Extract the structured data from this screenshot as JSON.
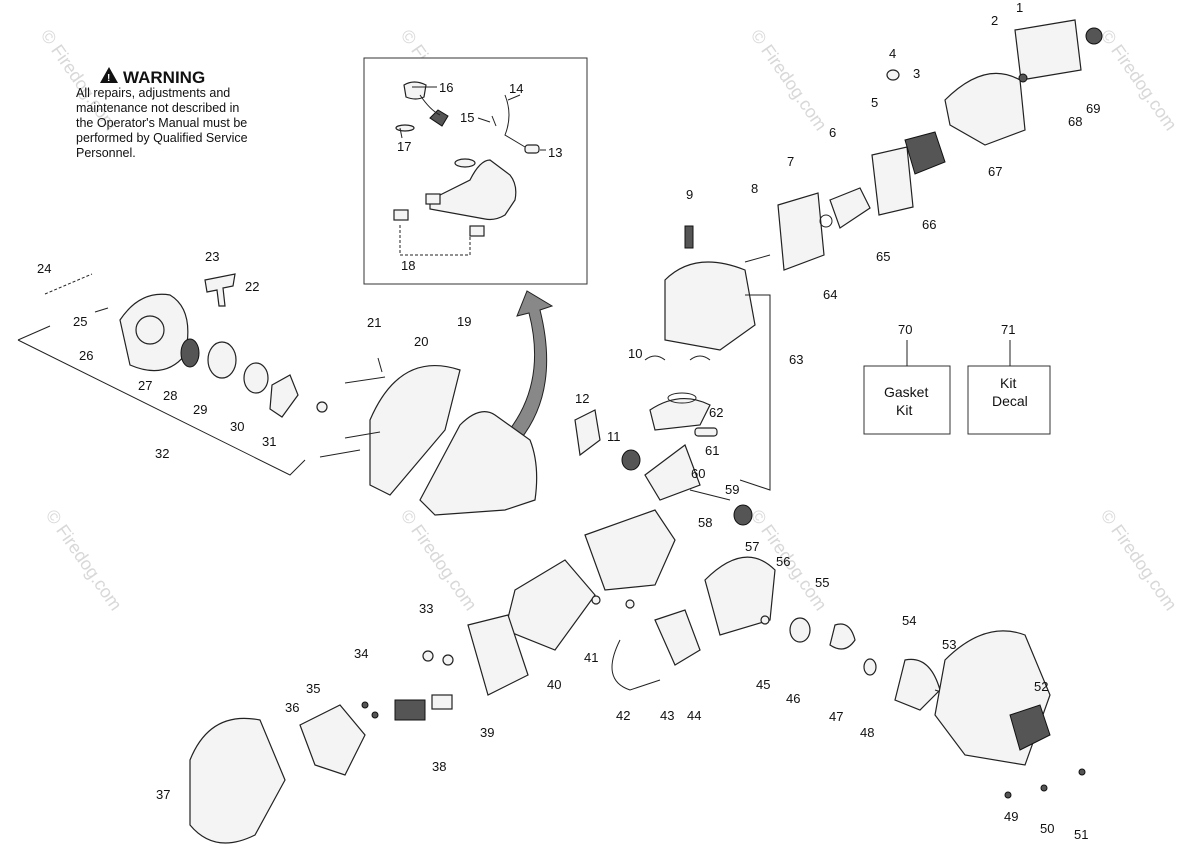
{
  "watermark": "© Firedog.com",
  "warning": {
    "title": "WARNING",
    "lines": [
      "All repairs, adjustments and",
      "maintenance not described in",
      "the Operator's Manual must be",
      "performed by Qualified Service",
      "Personnel."
    ]
  },
  "boxes": {
    "b70": {
      "num": "70",
      "lines": [
        "Gasket",
        "Kit"
      ]
    },
    "b71": {
      "num": "71",
      "lines": [
        "Kit",
        "Decal"
      ]
    }
  },
  "callouts": [
    "1",
    "2",
    "3",
    "4",
    "5",
    "6",
    "7",
    "8",
    "9",
    "10",
    "11",
    "12",
    "13",
    "14",
    "15",
    "16",
    "17",
    "18",
    "19",
    "20",
    "21",
    "22",
    "23",
    "24",
    "25",
    "26",
    "27",
    "28",
    "29",
    "30",
    "31",
    "32",
    "33",
    "34",
    "35",
    "36",
    "37",
    "38",
    "39",
    "40",
    "41",
    "42",
    "43",
    "44",
    "45",
    "46",
    "47",
    "48",
    "49",
    "50",
    "51",
    "52",
    "53",
    "54",
    "55",
    "56",
    "57",
    "58",
    "59",
    "60",
    "61",
    "62",
    "63",
    "64",
    "65",
    "66",
    "67",
    "68",
    "69"
  ]
}
